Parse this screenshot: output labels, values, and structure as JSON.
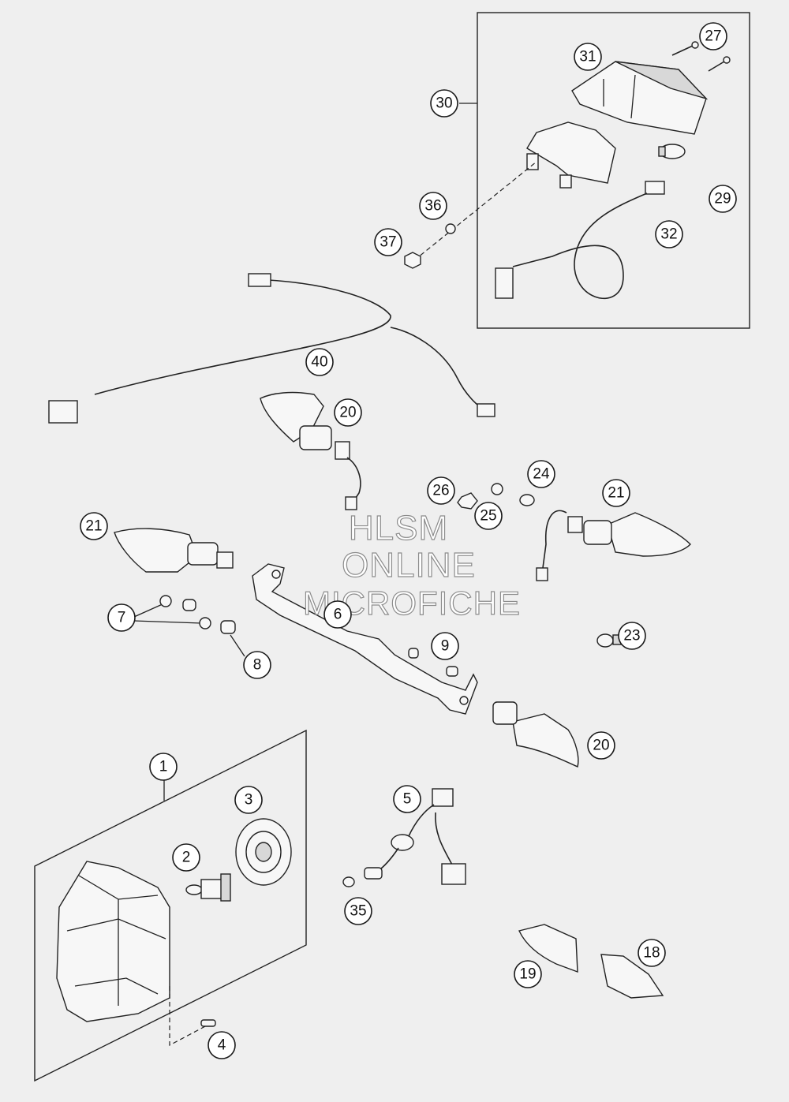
{
  "watermark": {
    "line1": "HLSM",
    "line2": "ONLINE",
    "line3": "MICROFICHE"
  },
  "callouts": [
    "27",
    "31",
    "30",
    "29",
    "36",
    "32",
    "37",
    "40",
    "20",
    "24",
    "26",
    "21",
    "25",
    "21",
    "6",
    "7",
    "23",
    "9",
    "8",
    "20",
    "1",
    "3",
    "5",
    "2",
    "35",
    "18",
    "19",
    "4"
  ]
}
